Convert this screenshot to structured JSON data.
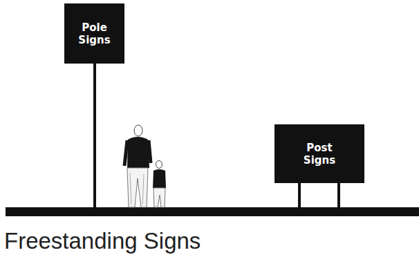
{
  "diagram": {
    "caption": "Freestanding Signs",
    "nodes": [
      {
        "text": [
          "Pole Signs"
        ]
      },
      {
        "text": [
          "Post Signs"
        ]
      }
    ]
  }
}
